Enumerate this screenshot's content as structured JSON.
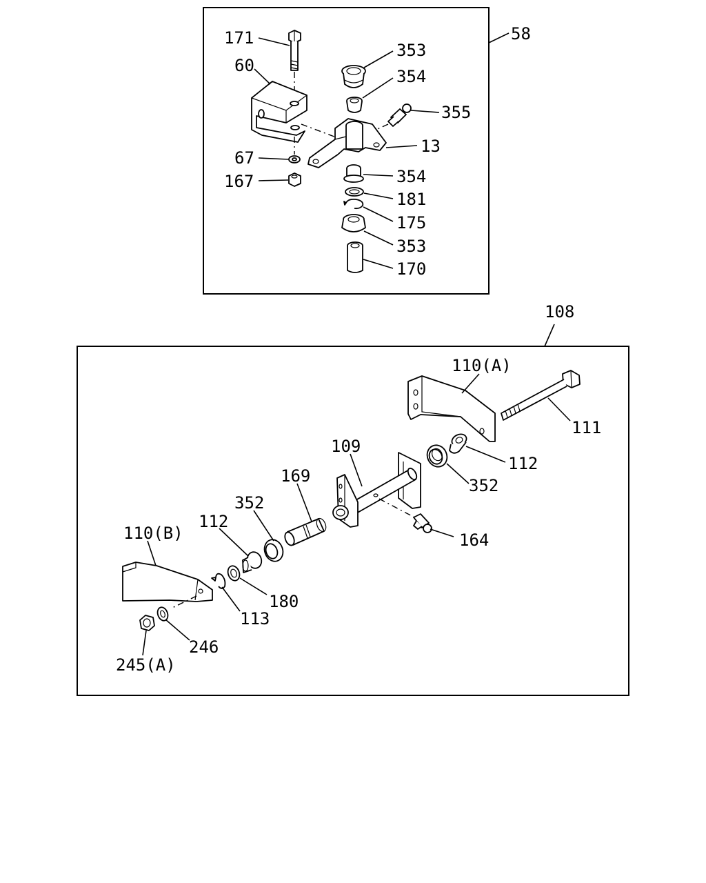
{
  "assembly_top": {
    "ref": "58",
    "labels": {
      "p171": "171",
      "p60": "60",
      "p67": "67",
      "p167": "167",
      "p353a": "353",
      "p354a": "354",
      "p355": "355",
      "p13": "13",
      "p354b": "354",
      "p181": "181",
      "p175": "175",
      "p353b": "353",
      "p170": "170"
    }
  },
  "assembly_bottom": {
    "ref": "108",
    "labels": {
      "p110a": "110(A)",
      "p111": "111",
      "p112a": "112",
      "p352a": "352",
      "p109": "109",
      "p164": "164",
      "p169": "169",
      "p352b": "352",
      "p112b": "112",
      "p110b": "110(B)",
      "p180": "180",
      "p113": "113",
      "p246": "246",
      "p245a": "245(A)"
    }
  }
}
